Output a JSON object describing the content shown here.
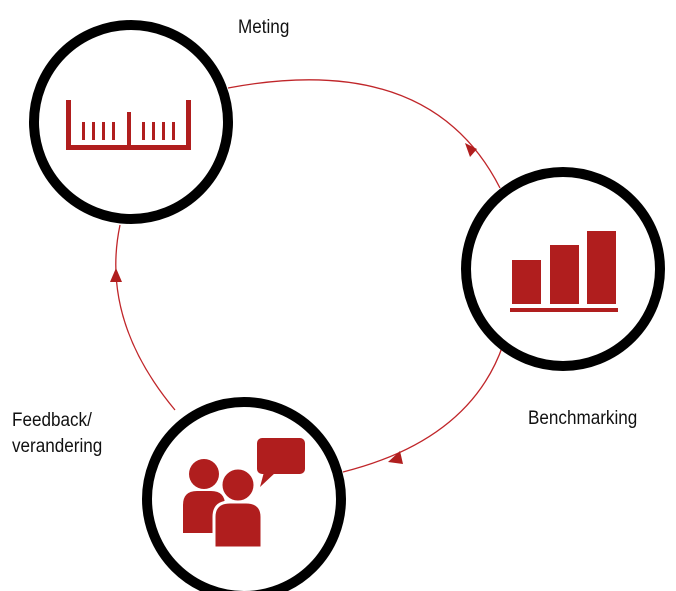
{
  "colors": {
    "accent": "#b01e1e",
    "ring": "#000000",
    "arrow": "#c0262a"
  },
  "nodes": [
    {
      "id": "meting",
      "label": "Meting",
      "icon": "ruler-icon"
    },
    {
      "id": "benchmarking",
      "label": "Benchmarking",
      "icon": "bar-chart-icon"
    },
    {
      "id": "feedback",
      "label_line1": "Feedback/",
      "label_line2": "verandering",
      "icon": "people-speech-icon"
    }
  ],
  "cycle": [
    "meting",
    "benchmarking",
    "feedback"
  ]
}
